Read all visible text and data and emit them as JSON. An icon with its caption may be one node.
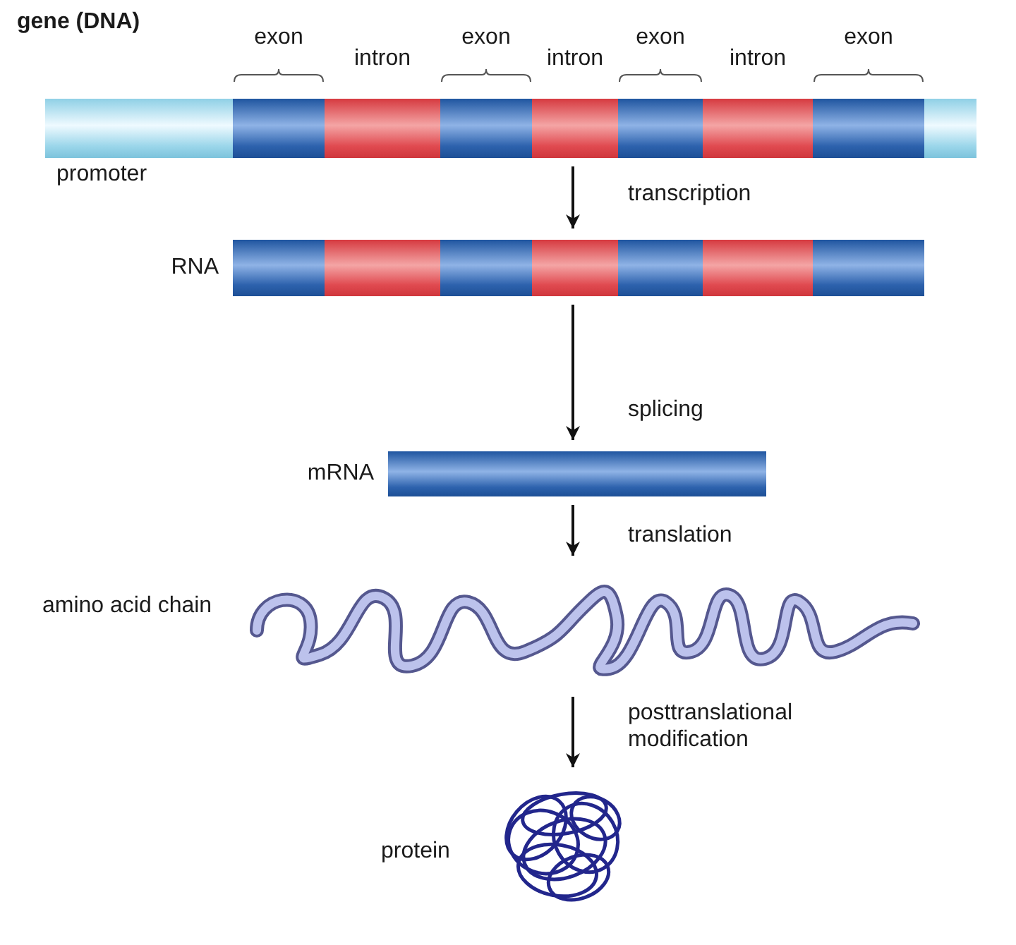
{
  "diagram": {
    "nodes": [
      {
        "text": [],
        "shape": "bar",
        "beside": [
          "gene (DNA)"
        ]
      },
      {
        "text": [],
        "shape": "bar",
        "beside": [
          "RNA"
        ]
      },
      {
        "text": [],
        "shape": "bar",
        "beside": [
          "mRNA"
        ]
      },
      {
        "text": [],
        "shape": "picture",
        "beside": [
          "amino acid chain"
        ]
      },
      {
        "text": [],
        "shape": "picture",
        "beside": [
          "protein"
        ]
      }
    ],
    "edges": [
      {
        "from": 0,
        "to": 1,
        "arrow": "to",
        "label": "transcription"
      },
      {
        "from": 1,
        "to": 2,
        "arrow": "to",
        "label": "splicing"
      },
      {
        "from": 2,
        "to": 3,
        "arrow": "to",
        "label": "translation"
      },
      {
        "from": 3,
        "to": 4,
        "arrow": "to",
        "label": "posttranslational modification"
      }
    ],
    "labels": [
      "exon",
      "intron",
      "exon",
      "intron",
      "exon",
      "intron",
      "exon",
      "promoter"
    ]
  }
}
